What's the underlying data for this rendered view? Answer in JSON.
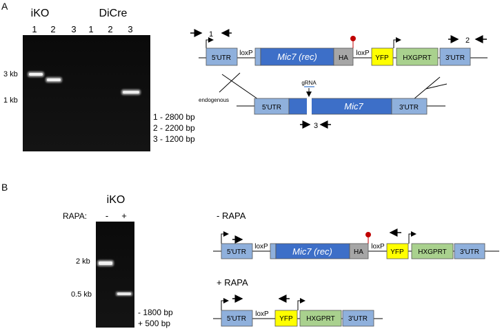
{
  "panel_a": {
    "label": "A",
    "group_ikO": "iKO",
    "group_dicre": "DiCre",
    "lanes": [
      "1",
      "2",
      "3",
      "1",
      "2",
      "3"
    ],
    "markers": [
      "3 kb",
      "1 kb"
    ],
    "legend": [
      "1 - 2800 bp",
      "2 - 2200 bp",
      "3 - 1200 bp"
    ],
    "construct": {
      "primer1": "1",
      "primer2": "2",
      "utr5": "5'UTR",
      "loxp1": "loxP",
      "mic7rec": "Mic7 (rec)",
      "ha": "HA",
      "loxp2": "loxP",
      "yfp": "YFP",
      "hxgprt": "HXGPRT",
      "utr3": "3'UTR"
    },
    "endogenous": {
      "label": "endogenous",
      "grna": "gRNA",
      "utr5": "5'UTR",
      "mic7": "Mic7",
      "utr3": "3'UTR",
      "primer3": "3"
    }
  },
  "panel_b": {
    "label": "B",
    "title": "iKO",
    "rapa_label": "RAPA:",
    "lane_minus": "-",
    "lane_plus": "+",
    "markers": [
      "2 kb",
      "0.5 kb"
    ],
    "legend": [
      "-  1800 bp",
      "+  500 bp"
    ],
    "minus_rapa": {
      "label": "- RAPA",
      "utr5": "5'UTR",
      "loxp1": "loxP",
      "mic7rec": "Mic7 (rec)",
      "ha": "HA",
      "loxp2": "loxP",
      "yfp": "YFP",
      "hxgprt": "HXGPRT",
      "utr3": "3'UTR"
    },
    "plus_rapa": {
      "label": "+ RAPA",
      "utr5": "5'UTR",
      "loxp": "loxP",
      "yfp": "YFP",
      "hxgprt": "HXGPRT",
      "utr3": "3'UTR"
    }
  },
  "colors": {
    "utr": "#8fb0dc",
    "mic7": "#3d6fc8",
    "ha": "#a6a6a6",
    "yfp": "#ffff00",
    "hxgprt": "#a9d18e",
    "stop": "#c00000"
  }
}
